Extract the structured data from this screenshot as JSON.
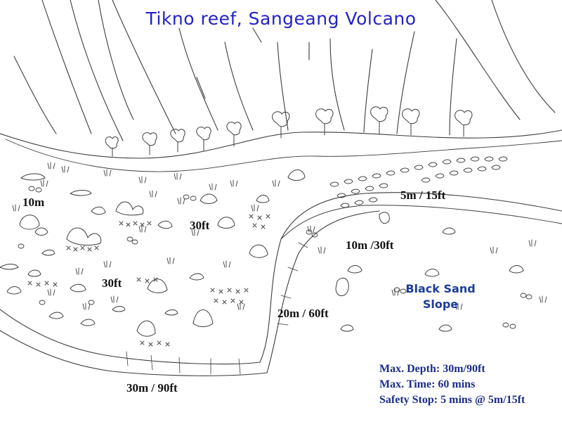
{
  "title": "Tikno reef, Sangeang Volcano",
  "depth_labels": {
    "left_10m": "10m",
    "shallow_5m": "5m / 15ft",
    "mid_30ft_upper": "30ft",
    "mid_30ft_lower": "30ft",
    "slope_10m": "10m /30ft",
    "slope_20m": "20m / 60ft",
    "bottom_30m": "30m / 90ft"
  },
  "zone_label": [
    "Black Sand",
    "Slope"
  ],
  "dive_info": [
    "Max. Depth: 30m/90ft",
    "Max. Time: 60 mins",
    "Safety Stop: 5 mins @ 5m/15ft"
  ],
  "colors": {
    "title": "#2323c8",
    "zone_label": "#1c3c9c",
    "dive_info": "#1c2c8c",
    "pencil": "#3c3c3c"
  },
  "icons": [
    "volcano-slope",
    "tree-icon",
    "coral-rock-icon",
    "boulder-icon",
    "grass-icon",
    "cross-mark-icon",
    "pebble-icon"
  ]
}
